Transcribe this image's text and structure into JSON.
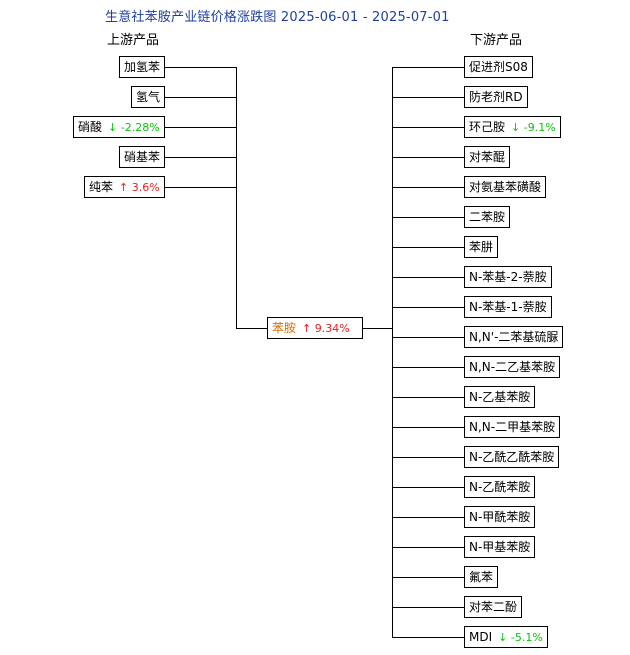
{
  "title": "生意社苯胺产业链价格涨跌图 2025-06-01 - 2025-07-01",
  "upstream_header": "上游产品",
  "downstream_header": "下游产品",
  "colors": {
    "up": "#e02020",
    "down": "#0cc00c",
    "center": "#d07000",
    "title": "#1f3f9f"
  },
  "center": {
    "name": "苯胺",
    "arrow": "↑",
    "change": "9.34%"
  },
  "upstream": [
    {
      "name": "加氢苯",
      "arrow": "",
      "change": ""
    },
    {
      "name": "氢气",
      "arrow": "",
      "change": ""
    },
    {
      "name": "硝酸",
      "arrow": "↓",
      "change": "-2.28%"
    },
    {
      "name": "硝基苯",
      "arrow": "",
      "change": ""
    },
    {
      "name": "纯苯",
      "arrow": "↑",
      "change": "3.6%"
    }
  ],
  "downstream": [
    {
      "name": "促进剂S08",
      "arrow": "",
      "change": ""
    },
    {
      "name": "防老剂RD",
      "arrow": "",
      "change": ""
    },
    {
      "name": "环己胺",
      "arrow": "↓",
      "change": "-9.1%"
    },
    {
      "name": "对苯醌",
      "arrow": "",
      "change": ""
    },
    {
      "name": "对氨基苯磺酸",
      "arrow": "",
      "change": ""
    },
    {
      "name": "二苯胺",
      "arrow": "",
      "change": ""
    },
    {
      "name": "苯肼",
      "arrow": "",
      "change": ""
    },
    {
      "name": "N-苯基-2-萘胺",
      "arrow": "",
      "change": ""
    },
    {
      "name": "N-苯基-1-萘胺",
      "arrow": "",
      "change": ""
    },
    {
      "name": "N,N'-二苯基硫脲",
      "arrow": "",
      "change": ""
    },
    {
      "name": "N,N-二乙基苯胺",
      "arrow": "",
      "change": ""
    },
    {
      "name": "N-乙基苯胺",
      "arrow": "",
      "change": ""
    },
    {
      "name": "N,N-二甲基苯胺",
      "arrow": "",
      "change": ""
    },
    {
      "name": "N-乙酰乙酰苯胺",
      "arrow": "",
      "change": ""
    },
    {
      "name": "N-乙酰苯胺",
      "arrow": "",
      "change": ""
    },
    {
      "name": "N-甲酰苯胺",
      "arrow": "",
      "change": ""
    },
    {
      "name": "N-甲基苯胺",
      "arrow": "",
      "change": ""
    },
    {
      "name": "氟苯",
      "arrow": "",
      "change": ""
    },
    {
      "name": "对苯二酚",
      "arrow": "",
      "change": ""
    },
    {
      "name": "MDI",
      "arrow": "↓",
      "change": "-5.1%"
    }
  ]
}
